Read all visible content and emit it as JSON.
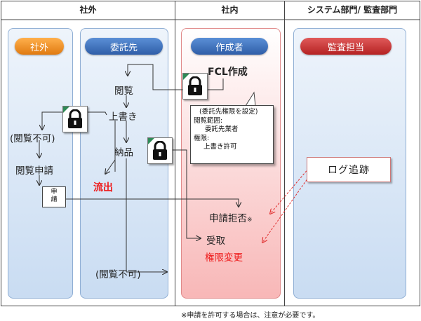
{
  "columns": {
    "outside": "社外",
    "inside": "社内",
    "system": "システム部門/ 監査部門"
  },
  "lanes": {
    "outside": "社外",
    "contractor": "委託先",
    "creator": "作成者",
    "auditor": "監査担当"
  },
  "nodes": {
    "fcl_create": "FCL作成",
    "view": "閲覧",
    "overwrite": "上書き",
    "deliver": "納品",
    "leak": "流出",
    "view_disabled_left": "(閲覧不可)",
    "request_view": "閲覧申請",
    "request_doc": "申\n請",
    "reject": "申請拒否",
    "reject_mark": "※",
    "receive": "受取",
    "change_perm": "権限変更",
    "view_disabled_bottom": "(閲覧不可)",
    "log_trace": "ログ追跡"
  },
  "callout": {
    "line1": "(委託先権限を設定)",
    "line2": "閲覧範囲:",
    "line3": "委託先業者",
    "line4": "権限:",
    "line5": "上書き許可"
  },
  "footnote": "※申請を許可する場合は、注意が必要です。",
  "colors": {
    "lane_blue": "#c9dcf2",
    "lane_pink": "#f8b7b7",
    "pill_orange": "#e07a10",
    "pill_blue": "#2f5ea8",
    "pill_red": "#b52222",
    "accent_red": "#ee1a1a"
  }
}
